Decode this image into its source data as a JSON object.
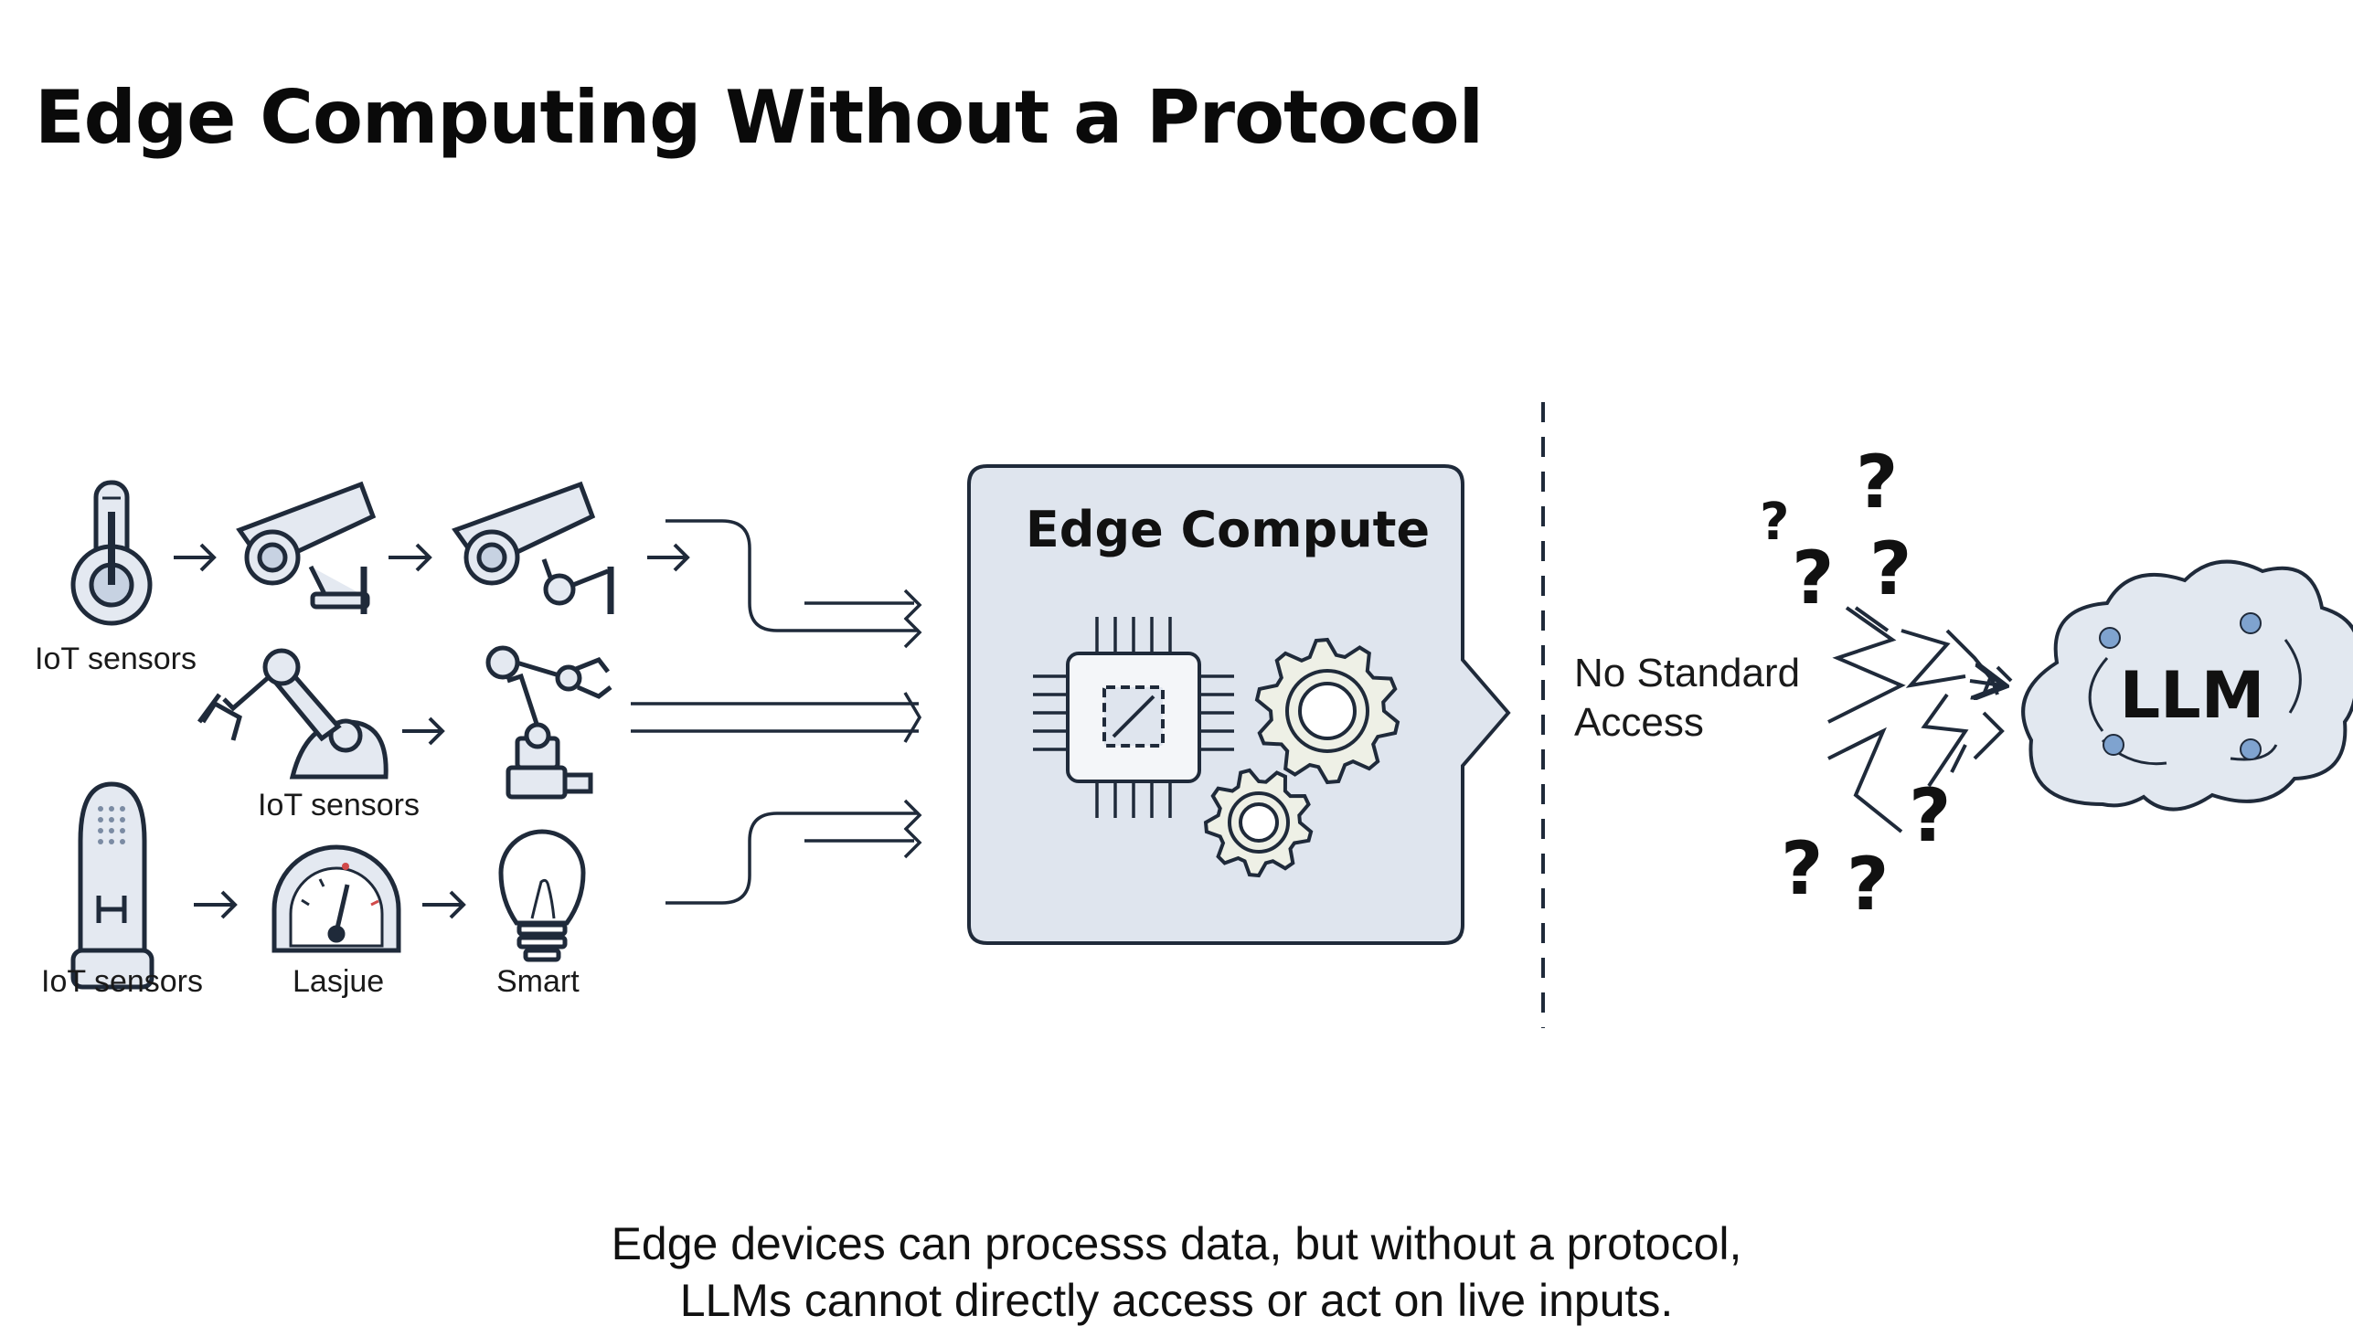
{
  "title": "Edge Computing Without a Protocol",
  "devices": {
    "label_row1": "IoT sensors",
    "label_row2_mid": "IoT sensors",
    "label_row3_left": "IoT sensors",
    "label_row3_mid": "Lasjue",
    "label_row3_right": "Smart",
    "icons": [
      "thermometer-icon",
      "security-camera-icon",
      "security-camera-icon",
      "robotic-arm-icon",
      "robotic-arm-icon",
      "smart-bulb-device-icon",
      "gauge-icon",
      "light-bulb-icon"
    ]
  },
  "edge_box": {
    "title": "Edge Compute",
    "icons": [
      "cpu-chip-icon",
      "gear-icon",
      "gear-icon"
    ]
  },
  "barrier": {
    "label_line1": "No Standard",
    "label_line2": "Access",
    "question_mark": "?"
  },
  "llm": {
    "label": "LLM",
    "icon": "cloud-icon"
  },
  "caption": {
    "line1": "Edge devices can processs data, but without a protocol,",
    "line2": "LLMs cannot directly access or act on live inputs."
  },
  "colors": {
    "stroke": "#1f2a3a",
    "fill_light": "#e4e9f1",
    "box_fill": "#dfe5ee",
    "cloud_fill": "#e2e8f0",
    "accent_dot": "#7fa3cf",
    "gear_fill": "#eef0e6"
  }
}
